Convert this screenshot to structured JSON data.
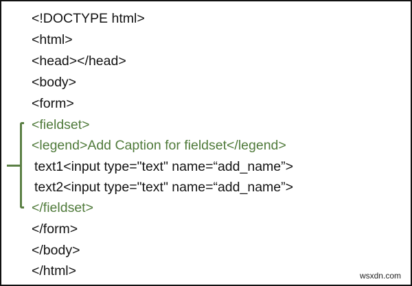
{
  "code": {
    "lines": [
      {
        "text": "<!DOCTYPE html>",
        "highlighted": false
      },
      {
        "text": "<html>",
        "highlighted": false
      },
      {
        "text": "<head></head>",
        "highlighted": false
      },
      {
        "text": "<body>",
        "highlighted": false
      },
      {
        "text": "<form>",
        "highlighted": false
      },
      {
        "text": "<fieldset>",
        "highlighted": true
      },
      {
        "text": "<legend>Add Caption for fieldset</legend>",
        "highlighted": true
      },
      {
        "text": "text1<input type=\"text\" name=“add_name”>",
        "highlighted": false
      },
      {
        "text": "text2<input type=\"text\" name=“add_name”>",
        "highlighted": false
      },
      {
        "text": "</fieldset>",
        "highlighted": true
      },
      {
        "text": "</form>",
        "highlighted": false
      },
      {
        "text": "</body>",
        "highlighted": false
      },
      {
        "text": "</html>",
        "highlighted": false
      }
    ]
  },
  "annotation": {
    "bracket_color": "#5a7f43",
    "highlight_color": "#4f7a3a"
  },
  "watermark": "wsxdn.com"
}
